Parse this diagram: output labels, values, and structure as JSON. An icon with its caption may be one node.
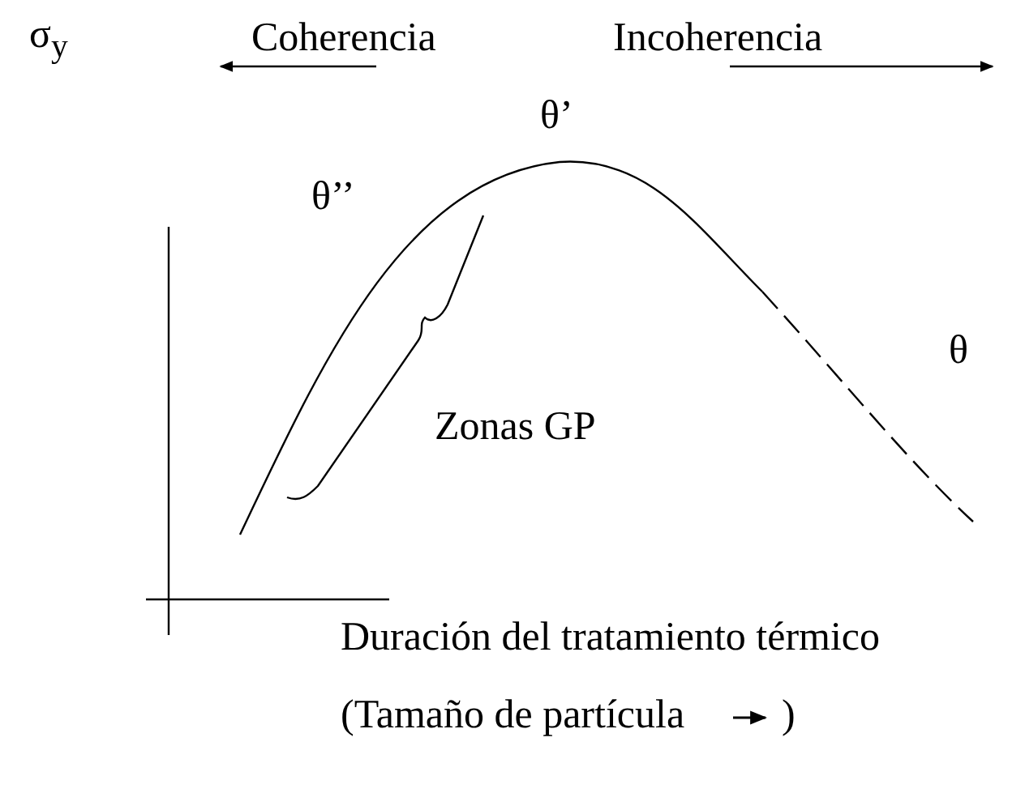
{
  "diagram": {
    "labels": [
      "σ$_{y}$",
      "Coherencia",
      "Incoherencia",
      "θ’’",
      "θ’",
      "θ",
      "Zonas GP",
      "Duración del tratamiento térmico",
      "(Tamaño de partícula",
      ")"
    ]
  }
}
